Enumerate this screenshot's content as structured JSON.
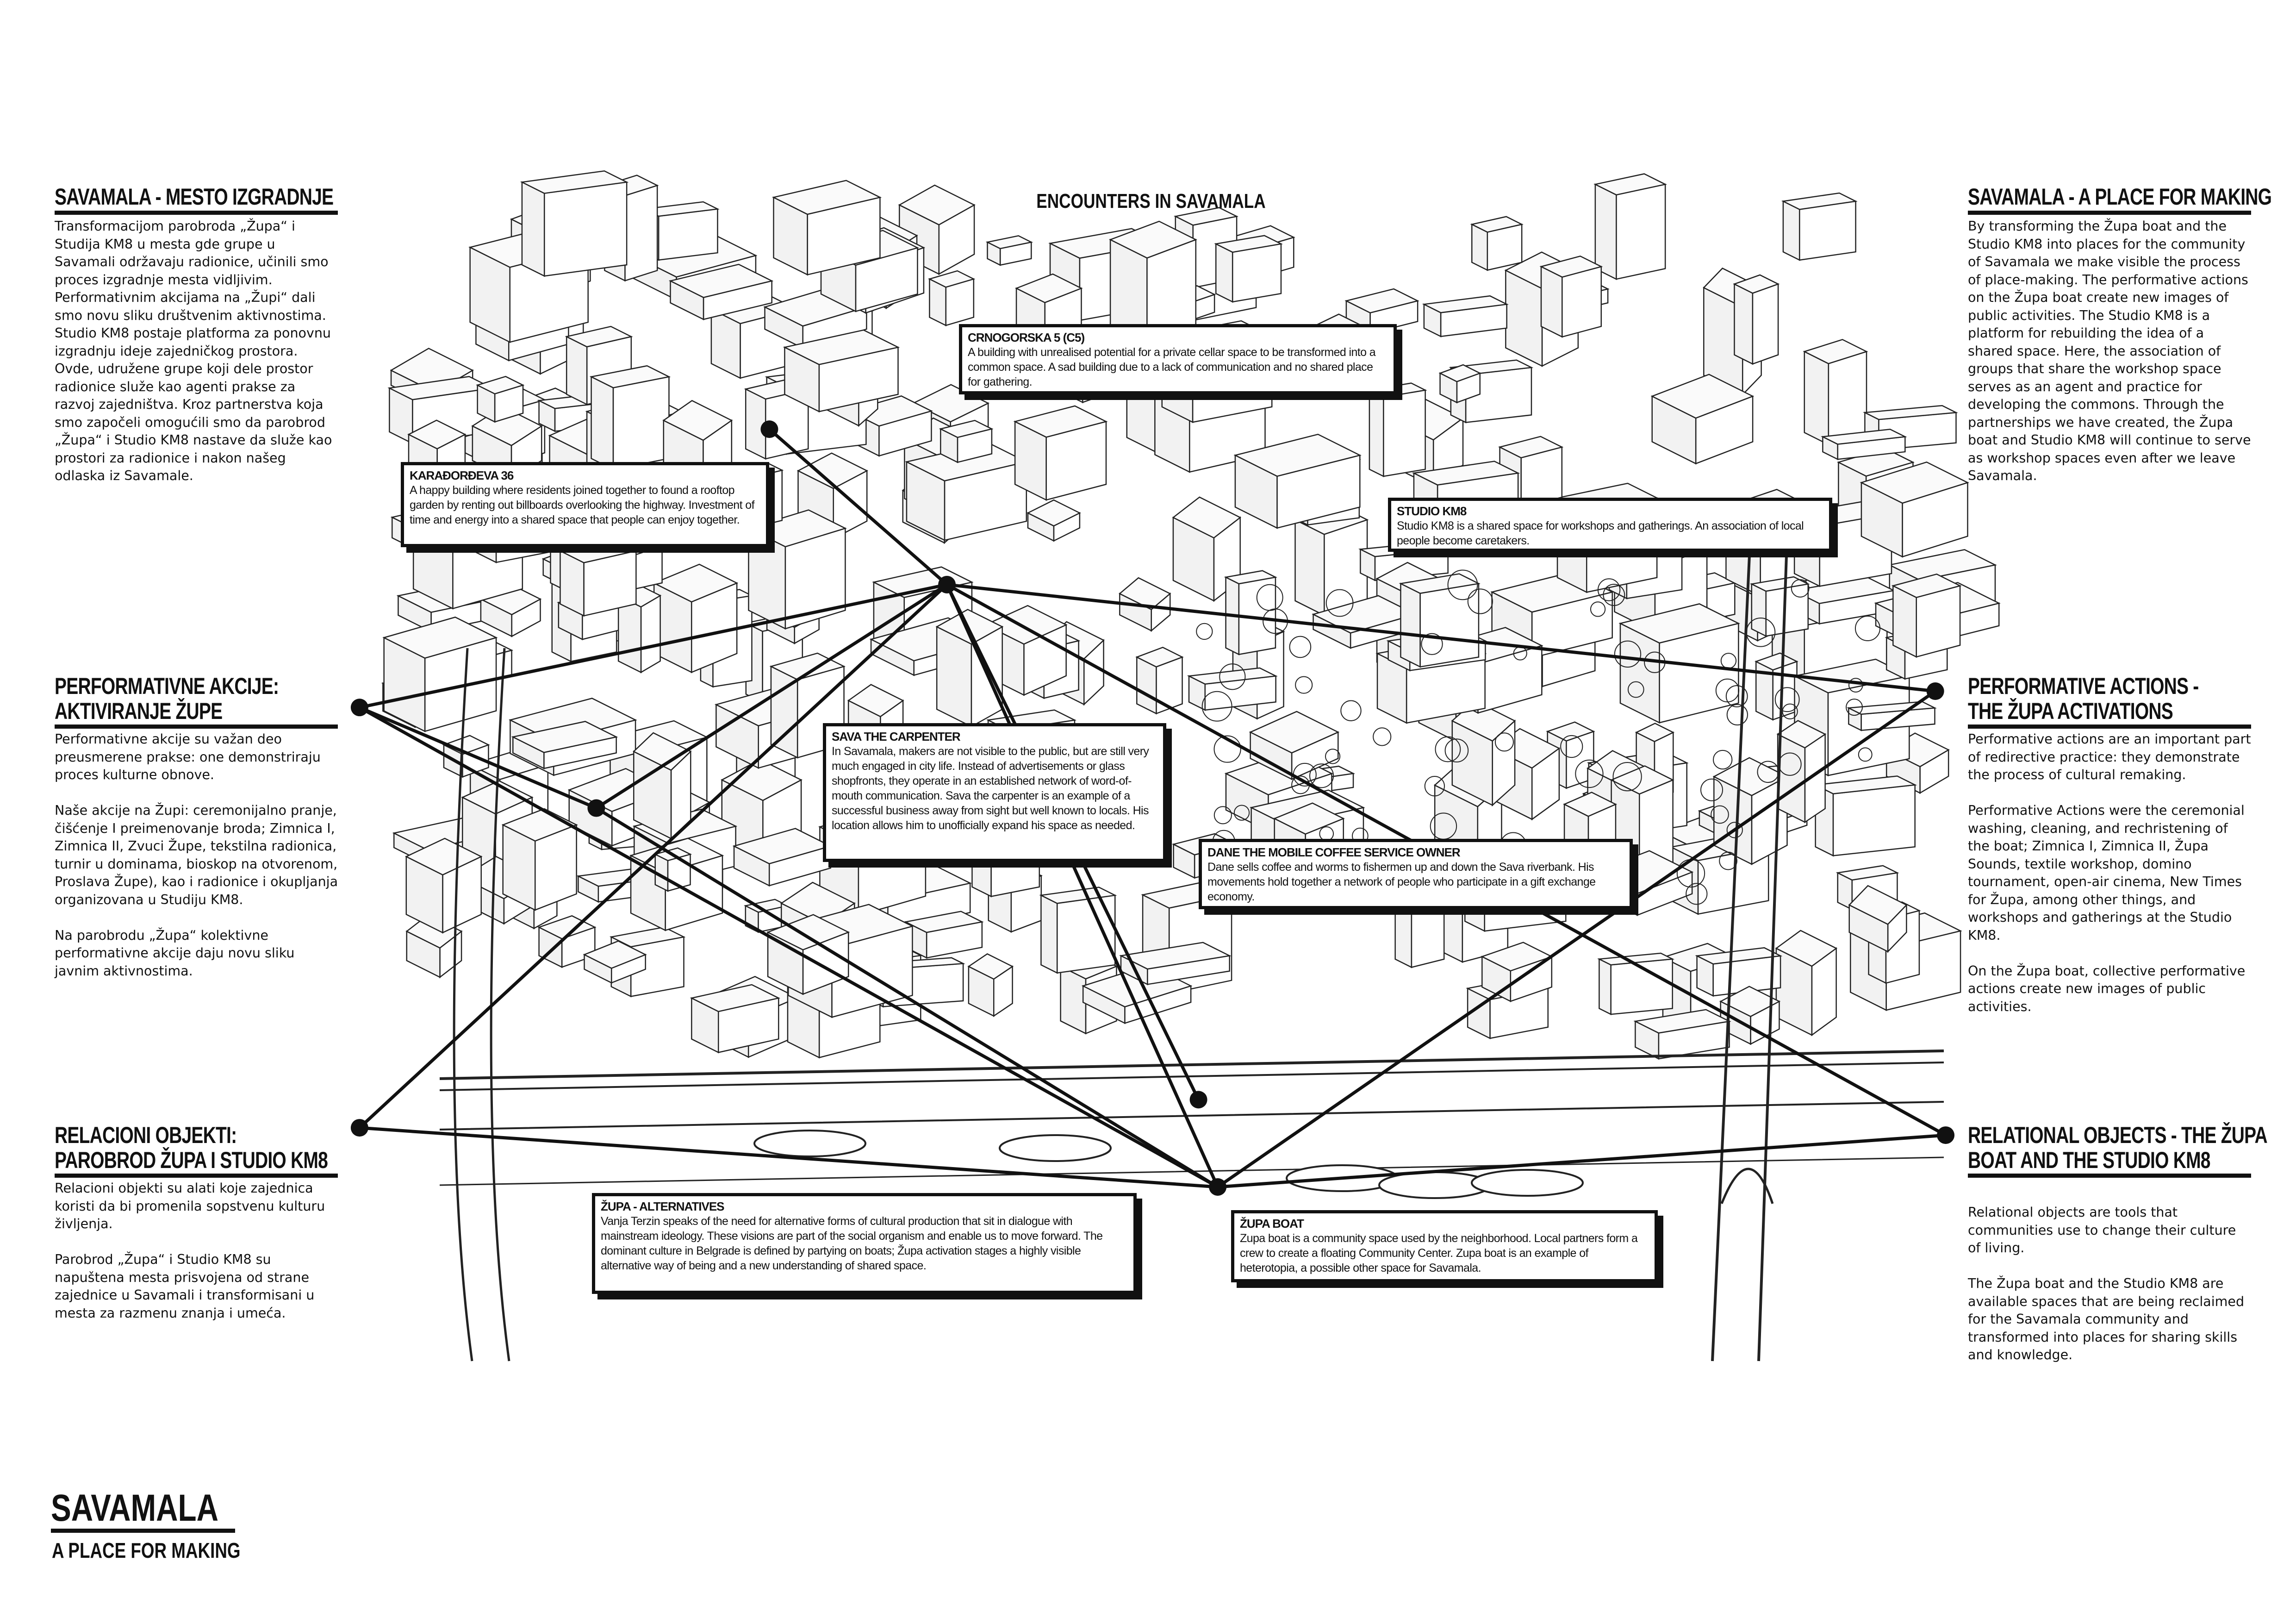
{
  "title": "ENCOUNTERS IN SAVAMALA",
  "left": {
    "sections": [
      {
        "heading": [
          "SAVAMALA - MESTO IZGRADNJE"
        ],
        "paragraphs": [
          "Transformacijom parobroda „Župa“ i Studija KM8 u mesta gde grupe u Savamali održavaju radionice, učinili smo proces izgradnje mesta vidljivim. Performativnim akcijama na „Župi“ dali smo novu sliku društvenim aktivnostima. Studio KM8 postaje platforma za ponovnu izgradnju ideje zajedničkog prostora.  Ovde, udružene grupe koji dele prostor radionice služe kao agenti prakse za razvoj zajedništva. Kroz partnerstva koja smo započeli omogućili smo da parobrod „Župa“ i Studio KM8 nastave da služe kao prostori za radionice i nakon našeg odlaska iz Savamale."
        ]
      },
      {
        "heading": [
          "PERFORMATIVNE AKCIJE:",
          "AKTIVIRANJE ŽUPE"
        ],
        "paragraphs": [
          "Performativne akcije su važan deo preusmerene prakse: one demonstriraju proces kulturne obnove.",
          "Naše akcije na Župi: ceremonijalno pranje, čišćenje I preimenovanje broda; Zimnica I, Zimnica II, Zvuci Župe, tekstilna radionica, turnir u dominama, bioskop na otvorenom, Proslava Župe), kao i radionice i okupljanja organizovana u Studiju KM8.",
          "Na parobrodu „Župa“ kolektivne performativne akcije daju novu sliku javnim aktivnostima."
        ]
      },
      {
        "heading": [
          "RELACIONI OBJEKTI:",
          "PAROBROD ŽUPA I STUDIO KM8"
        ],
        "paragraphs": [
          "Relacioni objekti su alati koje zajednica koristi da bi promenila sopstvenu kulturu življenja.",
          "Parobrod „Župa“ i Studio KM8 su napuštena mesta prisvojena od strane zajednice u Savamali i transformisani u mesta za razmenu znanja i umeća."
        ]
      }
    ]
  },
  "right": {
    "sections": [
      {
        "heading": [
          "SAVAMALA - A PLACE FOR MAKING"
        ],
        "paragraphs": [
          "By transforming the Župa boat and the Studio KM8 into places for the community of Savamala we make visible the process of place-making. The performative actions on the Župa boat create new images of public activities. The Studio KM8 is a platform for rebuilding the idea of a shared space. Here, the association of groups that share the workshop space serves as an agent and practice for developing the commons. Through the partnerships we have created, the Župa boat and Studio KM8 will continue to serve as workshop spaces even after we leave Savamala."
        ]
      },
      {
        "heading": [
          "PERFORMATIVE ACTIONS -",
          "THE ŽUPA ACTIVATIONS"
        ],
        "paragraphs": [
          "Performative actions are an important part of redirective practice: they demonstrate the process of cultural remaking.",
          "Performative Actions were the ceremonial washing, cleaning, and rechristening of the boat; Zimnica I, Zimnica II, Župa Sounds, textile workshop, domino tournament, open-air cinema, New Times for Župa, among other things, and workshops and gatherings at the Studio KM8.",
          "On the Župa boat, collective performative actions create new images of public activities."
        ]
      },
      {
        "heading": [
          "RELATIONAL OBJECTS - THE ŽUPA",
          "BOAT AND THE STUDIO KM8"
        ],
        "paragraphs": [
          "Relational objects are tools that communities use to change their culture of living.",
          "The Župa boat and the Studio KM8 are available spaces that are being reclaimed for the Savamala community and transformed into places for sharing skills and knowledge."
        ]
      }
    ]
  },
  "callouts": {
    "crnogorska": {
      "title": "CRNOGORSKA 5 (C5)",
      "text": "A building with unrealised potential for a private cellar space to be transformed into a common space. A sad building due to a lack of communication and no shared place for gathering."
    },
    "karadjordjeva": {
      "title": "KARAĐORĐEVA 36",
      "text": "A happy building where residents joined together to found a rooftop garden by renting out billboards overlooking the highway. Investment of time and energy into a shared space that people can enjoy together."
    },
    "studio": {
      "title": "STUDIO KM8",
      "text": "Studio KM8 is a shared space for workshops and gatherings. An association of local people become caretakers."
    },
    "sava": {
      "title": "SAVA THE CARPENTER",
      "text": "In Savamala, makers are not visible to the public, but are still very much engaged in city life. Instead of advertisements or glass shopfronts, they operate in an established network of word-of-mouth communication. Sava the carpenter is an example of a successful business away from sight but well known to locals. His location allows him to unofficially expand his space as needed."
    },
    "dane": {
      "title": "DANE THE MOBILE COFFEE SERVICE OWNER",
      "text": "Dane sells coffee and worms to fishermen up and down the Sava riverbank. His movements hold together a network of people who participate in a gift exchange economy."
    },
    "zupa_alt": {
      "title": "ŽUPA - ALTERNATIVES",
      "text": "Vanja Terzin speaks of the need for alternative forms of cultural production that sit in dialogue with mainstream ideology. These visions are part of the social organism and enable us to move forward. The dominant culture in Belgrade is defined by partying on boats; Župa activation stages a highly visible alternative way of being and a new understanding of shared space."
    },
    "zupa_boat": {
      "title": "ŽUPA BOAT",
      "text": "Zupa boat is a community space used by the neighborhood. Local partners form a crew to create a floating Community Center. Zupa boat is an example of heterotopia, a possible other space for Savamala."
    }
  },
  "footer": {
    "title": "SAVAMALA",
    "subtitle": "A PLACE FOR MAKING"
  }
}
